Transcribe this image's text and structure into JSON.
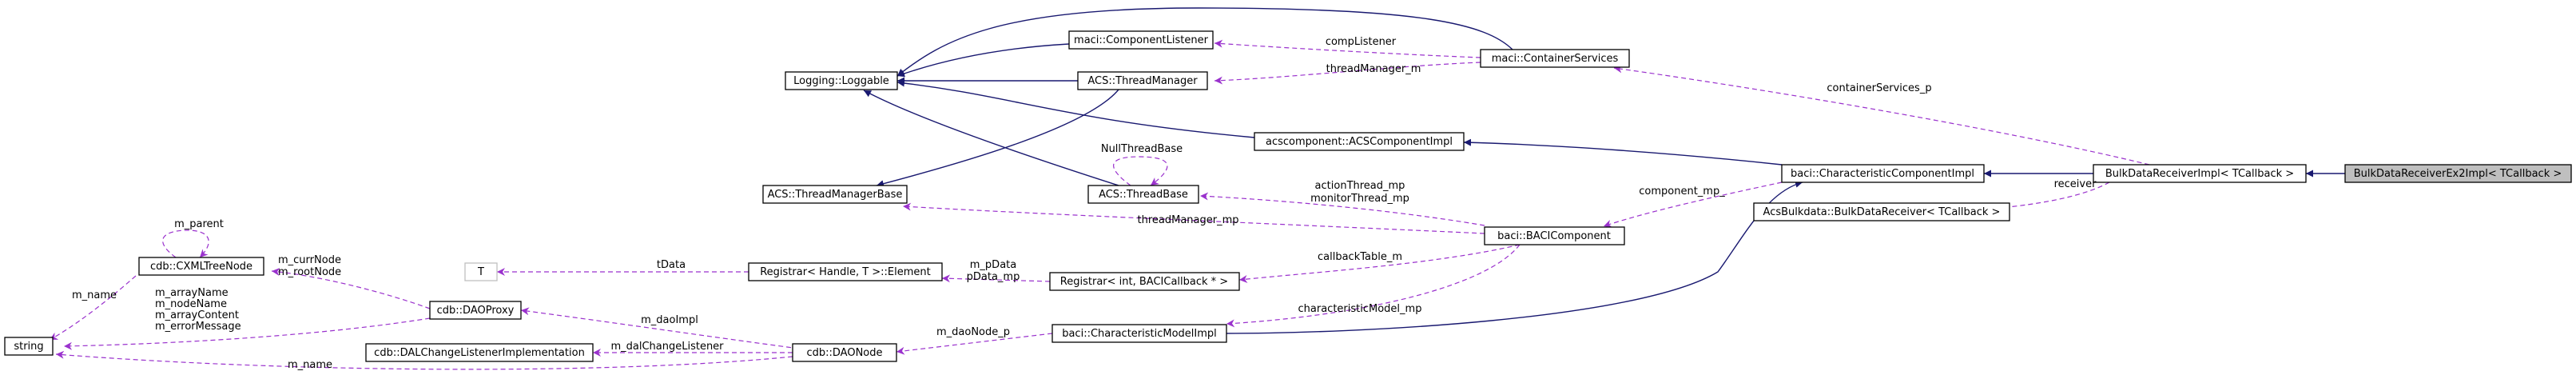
{
  "nodes": {
    "focus": "BulkDataReceiverEx2Impl< TCallback >",
    "bulk_receiver_impl": "BulkDataReceiverImpl< TCallback >",
    "characteristic_component_impl": "baci::CharacteristicComponentImpl",
    "acs_bulkdata_receiver": "AcsBulkdata::BulkDataReceiver< TCallback >",
    "acs_component_impl": "acscomponent::ACSComponentImpl",
    "container_services": "maci::ContainerServices",
    "component_listener": "maci::ComponentListener",
    "acs_thread_manager": "ACS::ThreadManager",
    "loggable": "Logging::Loggable",
    "thread_manager_base": "ACS::ThreadManagerBase",
    "thread_base": "ACS::ThreadBase",
    "baci_component": "baci::BACIComponent",
    "registrar_element": "Registrar< Handle, T >::Element",
    "registrar_int": "Registrar< int, BACICallback * >",
    "t_param": "T",
    "characteristic_model_impl": "baci::CharacteristicModelImpl",
    "dao_node": "cdb::DAONode",
    "dao_proxy": "cdb::DAOProxy",
    "dal_change_listener": "cdb::DALChangeListenerImplementation",
    "cxml_tree_node": "cdb::CXMLTreeNode",
    "string": "string"
  },
  "edge_labels": {
    "comp_listener": "compListener",
    "thread_manager_m": "threadManager_m",
    "container_services_p": "containerServices_p",
    "receiver": "receiver",
    "null_thread_base": "NullThreadBase",
    "action_thread_mp": "actionThread_mp",
    "monitor_thread_mp": "monitorThread_mp",
    "thread_manager_mp": "threadManager_mp",
    "component_mp": "component_mp_",
    "t_data": "tData",
    "m_pdata": "m_pData",
    "pdata_mp": "pData_mp",
    "callback_table_m": "callbackTable_m",
    "characteristic_model_mp": "characteristicModel_mp",
    "m_dao_node_p": "m_daoNode_p",
    "m_dao_impl": "m_daoImpl",
    "m_dal_change_listener": "m_dalChangeListener",
    "m_parent": "m_parent",
    "m_curr_node": "m_currNode",
    "m_root_node": "m_rootNode",
    "m_name_xml": "m_name",
    "m_array_name": "m_arrayName",
    "m_node_name": "m_nodeName",
    "m_array_content": "m_arrayContent",
    "m_error_message": "m_errorMessage",
    "m_name_dao": "m_name"
  },
  "colors": {
    "inheritance": "#191970",
    "usage": "#9a32cd",
    "focus_fill": "#bfbfbf",
    "box_stroke": "#000000",
    "template_stroke": "#bfbfbf"
  }
}
